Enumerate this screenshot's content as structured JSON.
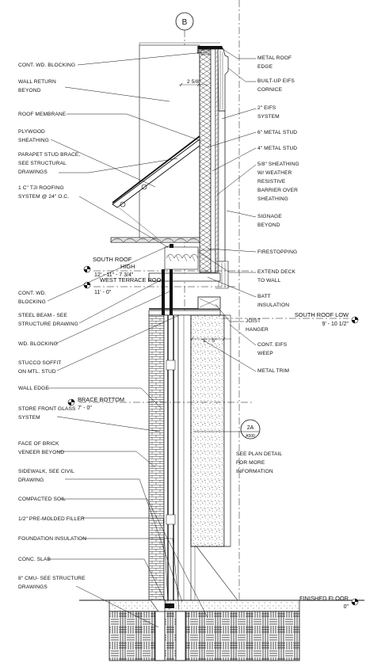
{
  "grid": {
    "bubble": "B"
  },
  "detail_callout": {
    "number": "2A",
    "sheet": "A500"
  },
  "elevations": {
    "south_roof_high": {
      "name_line1": "SOUTH ROOF",
      "name_line2": "HIGH",
      "value": "12' - 11\" - 7 3/4\""
    },
    "west_terrace_roof": {
      "name": "WEST TERRACE ROOF",
      "value": "11' - 0\""
    },
    "south_roof_low": {
      "name": "SOUTH ROOF LOW",
      "value": "9' - 10 1/2\""
    },
    "brace_bottom": {
      "name": "BRACE BOTTOM",
      "value": "7' - 0\""
    },
    "finished_floor": {
      "name": "FINISHED FLOOR",
      "value": "0\""
    }
  },
  "dimensions": {
    "wall_return": "2 5/8\"",
    "weep": "1' - 5\""
  },
  "left_notes": [
    {
      "id": "cont-wd-blocking-top",
      "lines": [
        "CONT. WD. BLOCKING"
      ]
    },
    {
      "id": "wall-return-beyond",
      "lines": [
        "WALL RETURN",
        "BEYOND"
      ]
    },
    {
      "id": "roof-membrane",
      "lines": [
        "ROOF MEMBRANE"
      ]
    },
    {
      "id": "plywood-sheathing",
      "lines": [
        "PLYWOOD",
        "SHEATHING"
      ]
    },
    {
      "id": "parapet-stud-brace",
      "lines": [
        "PARAPET STUD BRACE,",
        "SEE STRUCTURAL",
        "DRAWINGS"
      ]
    },
    {
      "id": "tji-roofing",
      "lines": [
        "1 C\" TJI ROOFING",
        "SYSTEM @ 24\" O.C."
      ]
    },
    {
      "id": "cont-wd-blocking-low",
      "lines": [
        "CONT. WD.",
        "BLOCKING"
      ]
    },
    {
      "id": "steel-beam",
      "lines": [
        "STEEL BEAM - SEE",
        "STRUCTURE DRAWING"
      ]
    },
    {
      "id": "wd-blocking",
      "lines": [
        "WD. BLOCKING"
      ]
    },
    {
      "id": "stucco-soffit",
      "lines": [
        "STUCCO SOFFIT",
        "ON MTL. STUD"
      ]
    },
    {
      "id": "wall-edge",
      "lines": [
        "WALL EDGE"
      ]
    },
    {
      "id": "store-front-glass",
      "lines": [
        "STORE FRONT GLASS",
        "SYSTEM"
      ]
    },
    {
      "id": "face-of-brick",
      "lines": [
        "FACE OF BRICK",
        "VENEER BEYOND"
      ]
    },
    {
      "id": "sidewalk",
      "lines": [
        "SIDEWALK, SEE CIVIL",
        "DRAWING"
      ]
    },
    {
      "id": "compacted-soil",
      "lines": [
        "COMPACTED SOIL"
      ]
    },
    {
      "id": "pre-molded-filler",
      "lines": [
        "1/2\" PRE-MOLDED FILLER"
      ]
    },
    {
      "id": "foundation-insulation",
      "lines": [
        "FOUNDATION INSULATION"
      ]
    },
    {
      "id": "conc-slab",
      "lines": [
        "CONC. SLAB"
      ]
    },
    {
      "id": "cmu",
      "lines": [
        "8\" CMU- SEE STRUCTURE",
        "DRAWINGS"
      ]
    }
  ],
  "right_notes": [
    {
      "id": "metal-roof-edge",
      "lines": [
        "METAL ROOF",
        "EDGE"
      ]
    },
    {
      "id": "built-up-eifs-cornice",
      "lines": [
        "BUILT-UP EIFS",
        "CORNICE"
      ]
    },
    {
      "id": "eifs-system",
      "lines": [
        "2\" EIFS",
        "SYSTEM"
      ]
    },
    {
      "id": "metal-stud-6",
      "lines": [
        "6\" METAL STUD"
      ]
    },
    {
      "id": "metal-stud-4",
      "lines": [
        "4\" METAL STUD"
      ]
    },
    {
      "id": "sheathing",
      "lines": [
        "5/8\" SHEATHING",
        "W/ WEATHER",
        "RESISTIVE",
        "BARRIER OVER",
        "SHEATHING"
      ]
    },
    {
      "id": "signage-beyond",
      "lines": [
        "SIGNAGE",
        "BEYOND"
      ]
    },
    {
      "id": "firestopping",
      "lines": [
        "FIRESTOPPING"
      ]
    },
    {
      "id": "extend-deck",
      "lines": [
        "EXTEND DECK",
        "TO WALL"
      ]
    },
    {
      "id": "batt-insulation",
      "lines": [
        "BATT",
        "INSULATION"
      ]
    },
    {
      "id": "joist-hanger",
      "lines": [
        "JOIST",
        "HANGER"
      ]
    },
    {
      "id": "cont-eifs-weep",
      "lines": [
        "CONT. EIFS",
        "WEEP"
      ]
    },
    {
      "id": "metal-trim",
      "lines": [
        "METAL TRIM"
      ]
    },
    {
      "id": "see-plan-detail",
      "lines": [
        "SEE PLAN DETAIL",
        "FOR MORE",
        "INFORMATION"
      ]
    }
  ]
}
